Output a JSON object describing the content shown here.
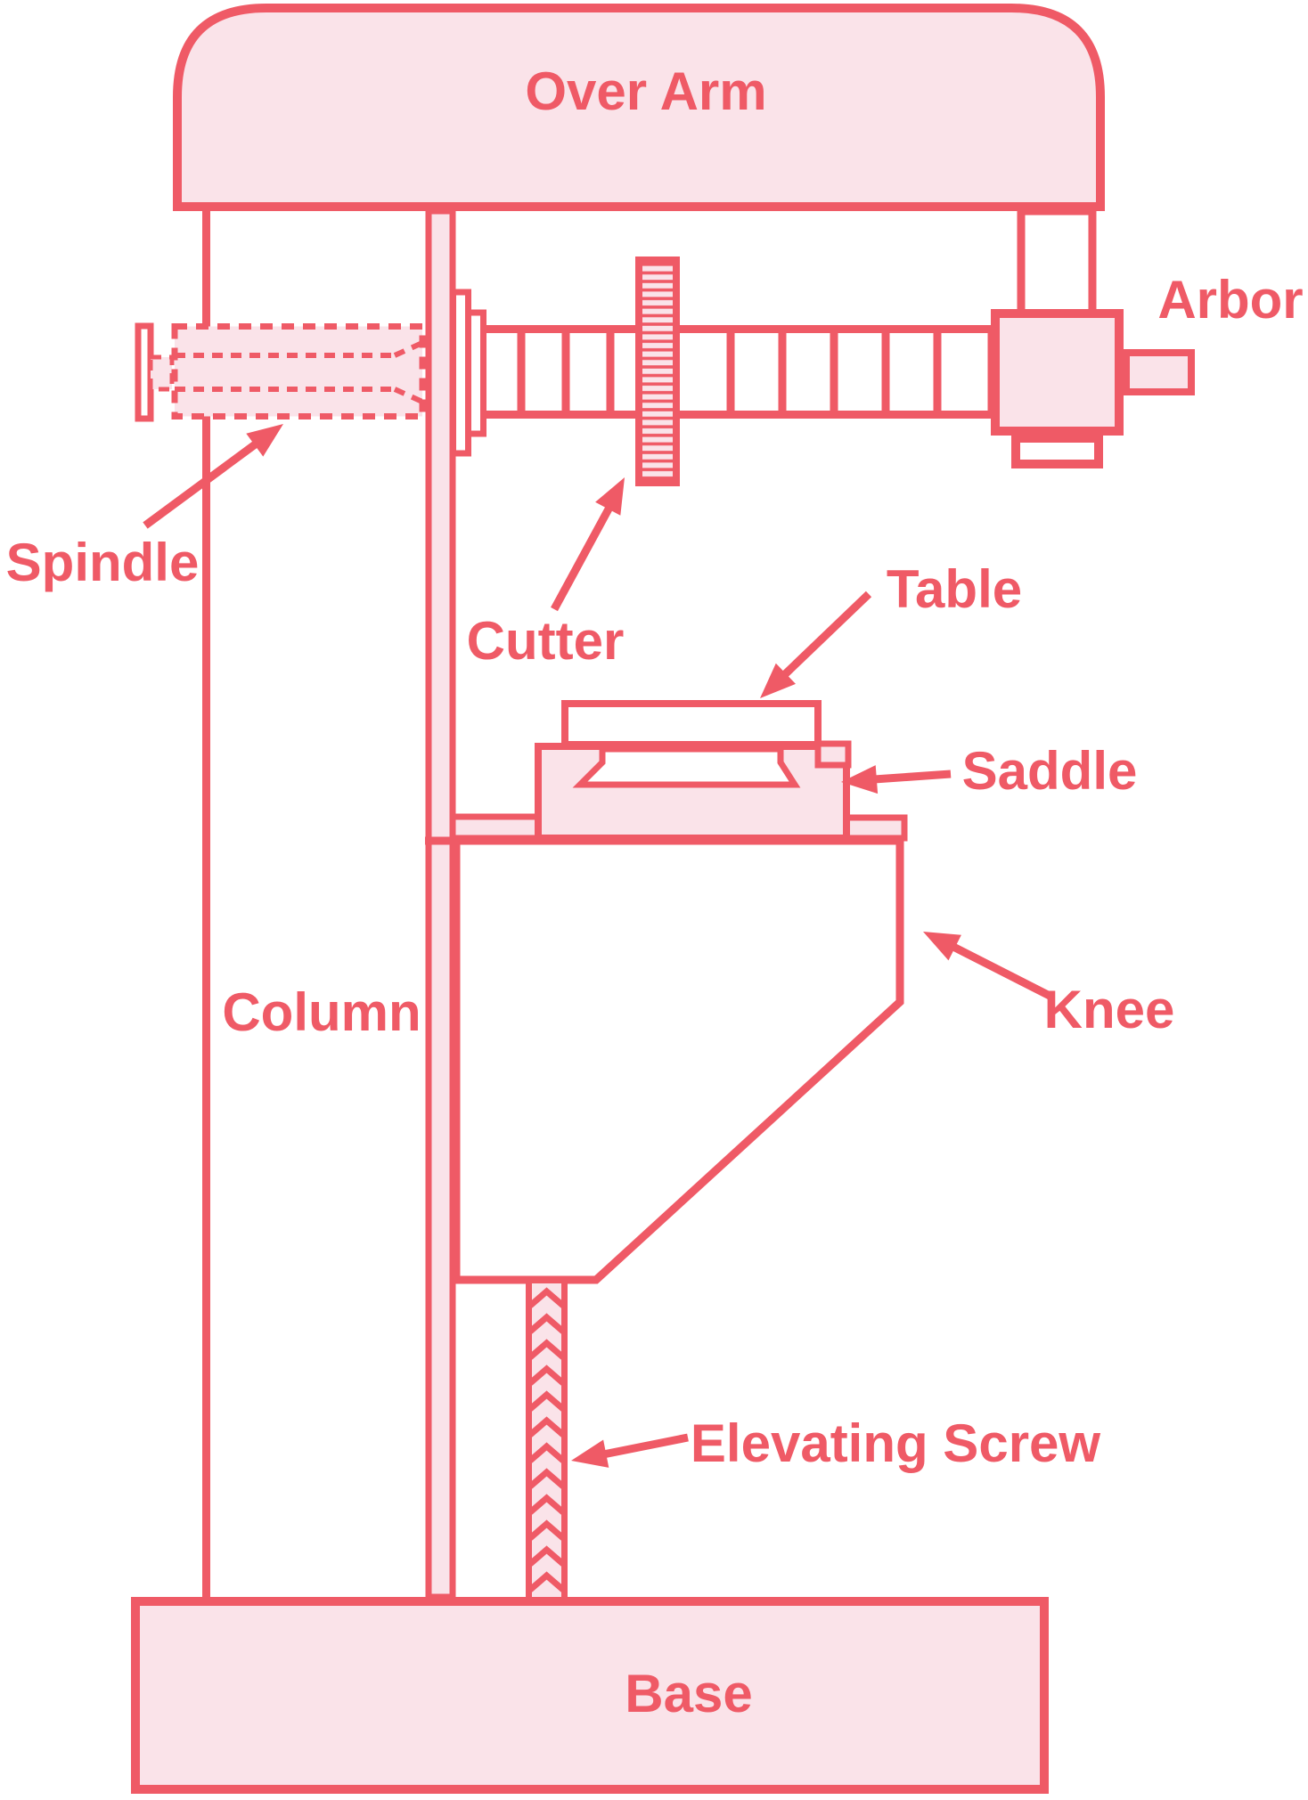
{
  "colors": {
    "accent": "#ef5a66",
    "fill_pink": "#fae3e9",
    "background": "#ffffff"
  },
  "diagram": {
    "type": "labeled-technical-diagram",
    "labels": {
      "over_arm": "Over Arm",
      "arbor": "Arbor",
      "spindle": "Spindle",
      "cutter": "Cutter",
      "table": "Table",
      "saddle": "Saddle",
      "column": "Column",
      "knee": "Knee",
      "elevating_screw": "Elevating Screw",
      "base": "Base"
    }
  }
}
